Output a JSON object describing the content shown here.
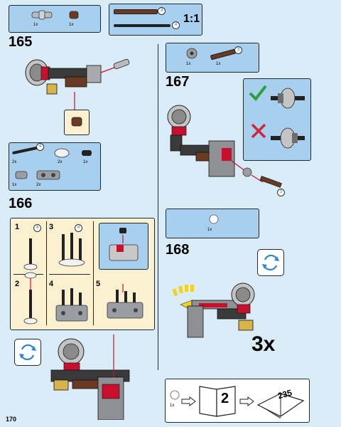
{
  "page_number": "170",
  "qty_1x": "1x",
  "qty_2x": "2x",
  "scale_label": "1:1",
  "length_3": "3",
  "length_4": "4",
  "steps": {
    "s165": "165",
    "s166": "166",
    "s167": "167",
    "s168": "168"
  },
  "substeps": [
    "1",
    "2",
    "3",
    "4",
    "5"
  ],
  "sub_circle_4": "4",
  "repeat_label": "3x",
  "booklet_number": "2",
  "booklet_page": "235",
  "colors": {
    "background": "#d9ecf8",
    "parts_box": "#a9cfee",
    "substep_box": "#fbf0cf",
    "accent_red": "#c8102e",
    "brown": "#6b3a22",
    "check_green": "#2e9e3e",
    "cross_red": "#d0263a",
    "rotate_blue": "#2f86c9"
  }
}
